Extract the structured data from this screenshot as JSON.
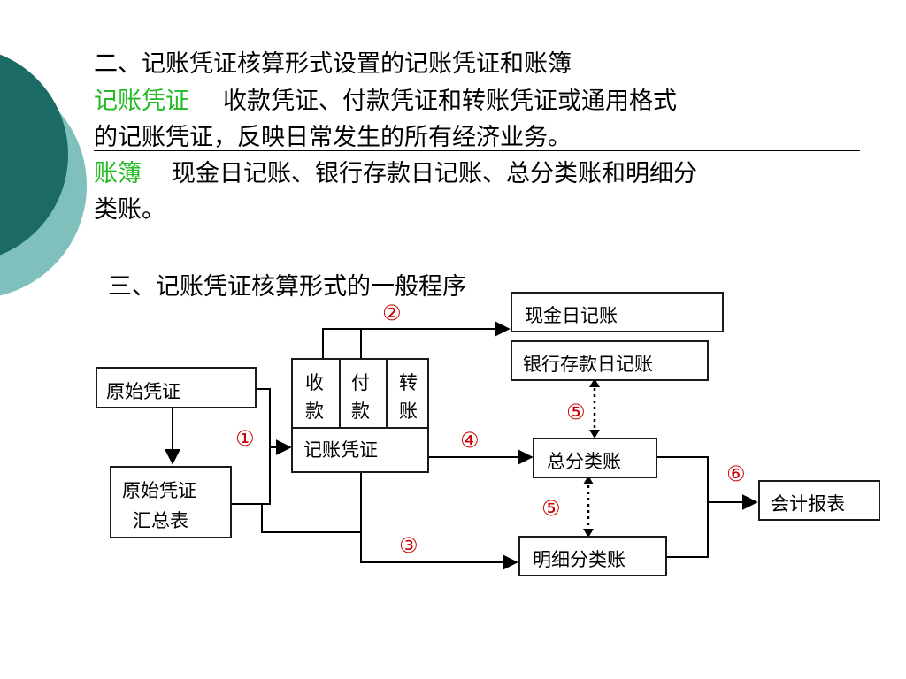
{
  "text": {
    "heading2": "二、记账凭证核算形式设置的记账凭证和账簿",
    "voucher_term": "记账凭证",
    "voucher_line1": "收款凭证、付款凭证和转账凭证或通用格式",
    "voucher_line2": "的记账凭证，反映日常发生的所有经济业务。",
    "book_term": "账簿",
    "book_line1": "现金日记账、银行存款日记账、总分类账和明细分",
    "book_line2": "类账。",
    "heading3": "三、记账凭证核算形式的一般程序"
  },
  "flow": {
    "original_voucher": "原始凭证",
    "summary_line1": "原始凭证",
    "summary_line2": "汇总表",
    "receipt_top": "收",
    "receipt_bottom": "款",
    "payment_top": "付",
    "payment_bottom": "款",
    "transfer_top": "转",
    "transfer_bottom": "账",
    "voucher": "记账凭证",
    "cash_journal": "现金日记账",
    "bank_journal": "银行存款日记账",
    "general_ledger": "总分类账",
    "detail_ledger": "明细分类账",
    "report": "会计报表"
  },
  "steps": {
    "s1": "①",
    "s2": "②",
    "s3": "③",
    "s4": "④",
    "s5a": "⑤",
    "s5b": "⑤",
    "s6": "⑥"
  },
  "colors": {
    "deco_dark": "#1b6a64",
    "deco_light": "#7fc0bd",
    "term": "#22bb22",
    "step": "#cc0000"
  }
}
